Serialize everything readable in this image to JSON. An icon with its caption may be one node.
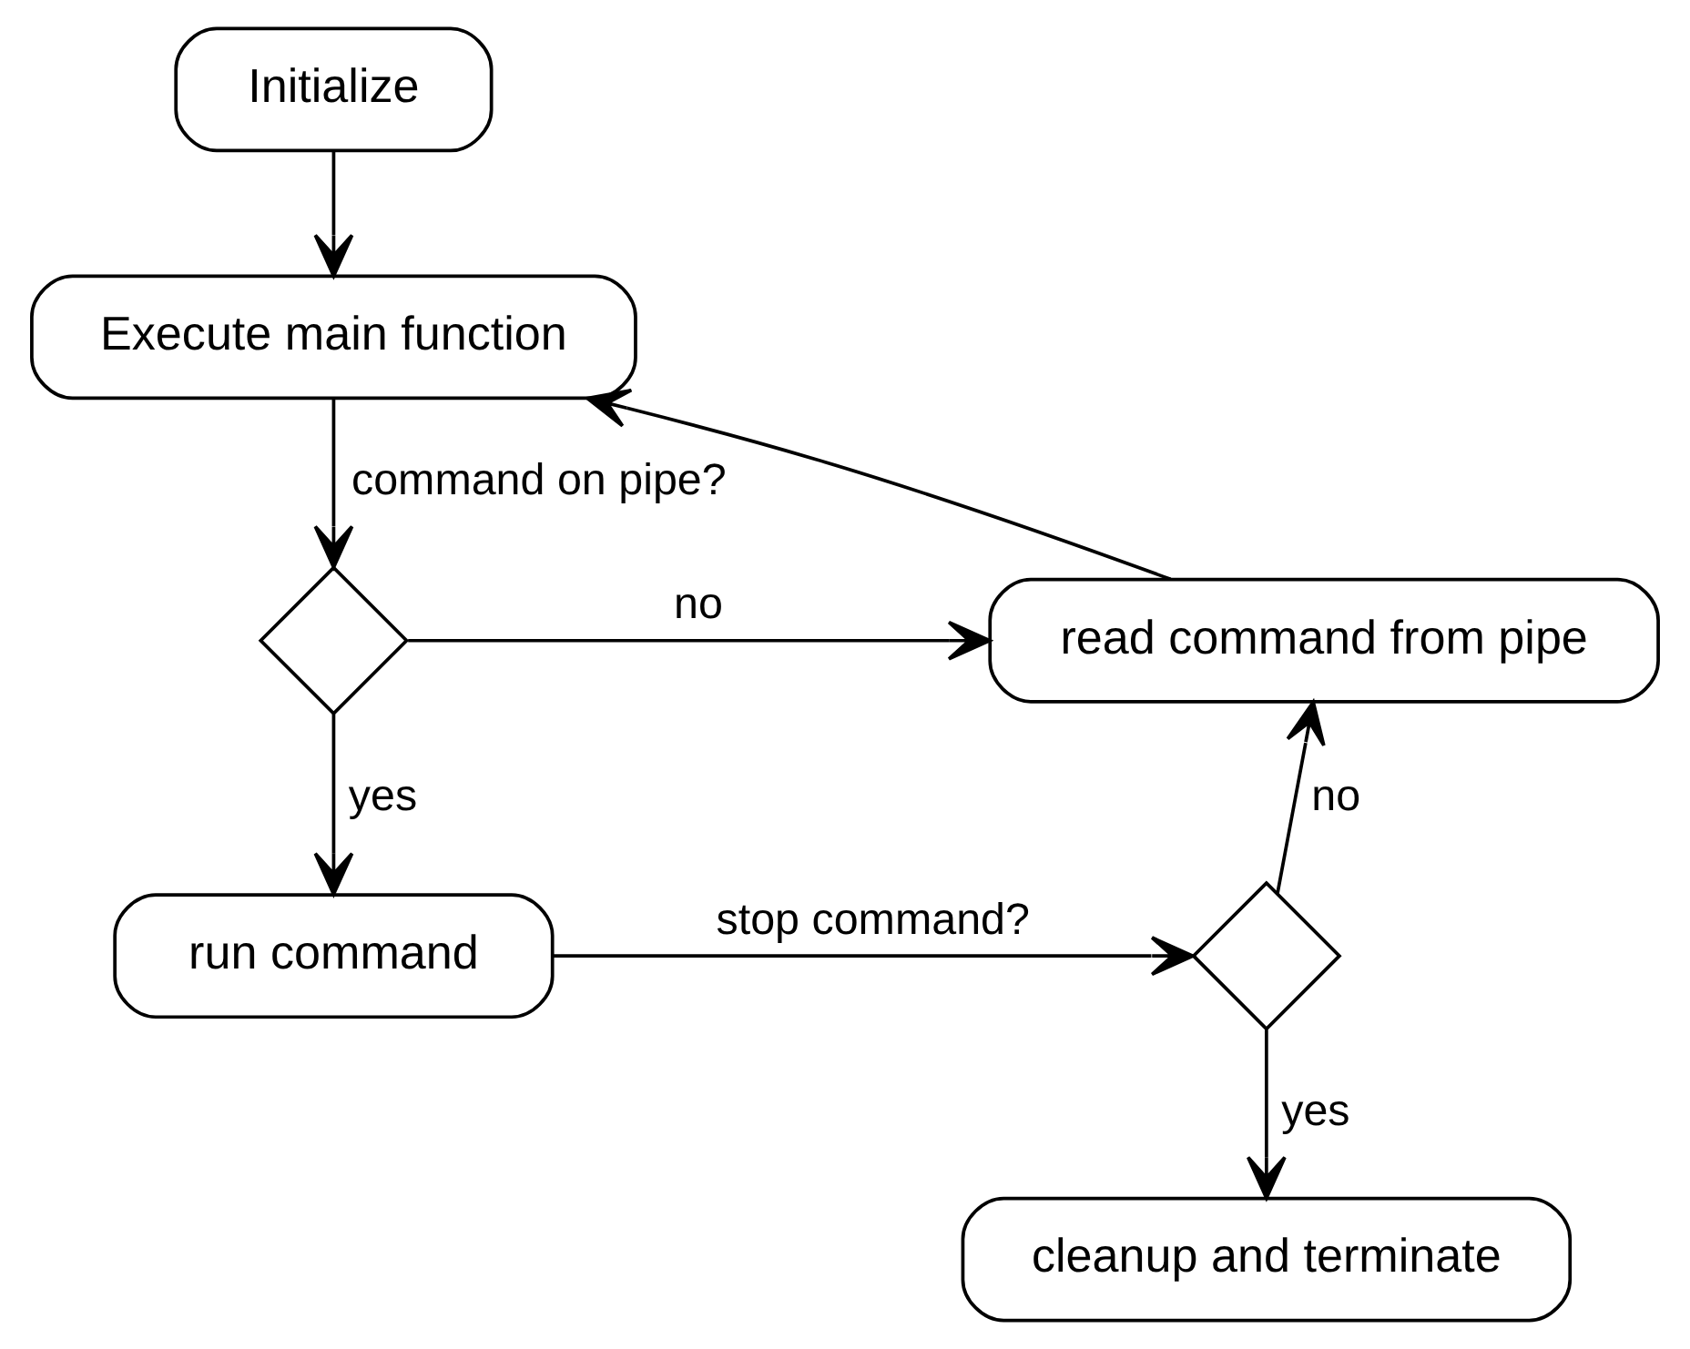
{
  "diagram": {
    "nodes": [
      {
        "text": [
          "Initialize"
        ]
      },
      {
        "text": [
          "Execute main function"
        ]
      },
      {
        "text": [],
        "shape": "diamond"
      },
      {
        "text": [
          "read command from pipe"
        ]
      },
      {
        "text": [
          "run command"
        ]
      },
      {
        "text": [],
        "shape": "diamond"
      },
      {
        "text": [
          "cleanup and terminate"
        ]
      }
    ],
    "edges": [
      {
        "from": 0,
        "to": 1,
        "arrow": "to"
      },
      {
        "from": 1,
        "to": 2,
        "arrow": "to",
        "label": "command on pipe?"
      },
      {
        "from": 2,
        "to": 3,
        "arrow": "to",
        "label": "no"
      },
      {
        "from": 3,
        "to": 1,
        "arrow": "to"
      },
      {
        "from": 2,
        "to": 4,
        "arrow": "to",
        "label": "yes"
      },
      {
        "from": 4,
        "to": 5,
        "arrow": "to",
        "label": "stop command?"
      },
      {
        "from": 5,
        "to": 3,
        "arrow": "to",
        "label": "no"
      },
      {
        "from": 5,
        "to": 6,
        "arrow": "to",
        "label": "yes"
      }
    ]
  }
}
